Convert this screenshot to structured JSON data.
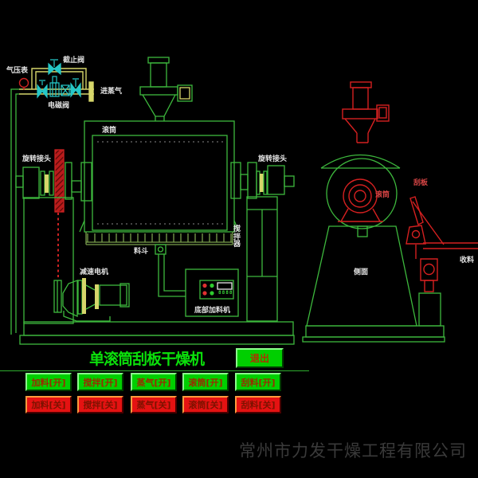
{
  "title": {
    "text": "单滚筒刮板干燥机"
  },
  "diagram_labels": {
    "pressure_gauge": "气压表",
    "stop_valve": "截止阀",
    "solenoid_valve": "电磁阀",
    "steam_inlet": "进蒸气",
    "drum_front": "滚筒",
    "rotary_joint_left": "旋转接头",
    "rotary_joint_right": "旋转接头",
    "agitator": "搅拌器",
    "hopper": "料斗",
    "gear_motor": "减速电机",
    "bottom_feeder": "底部加料机",
    "feeder_display": "8888",
    "drum_side": "滚筒",
    "scraper": "刮板",
    "side_view": "侧面",
    "discharge": "收料"
  },
  "controls": {
    "exit_label": "退出",
    "on_buttons": [
      "加料[开]",
      "搅拌[开]",
      "蒸气[开]",
      "滚筒[开]",
      "刮料[开]"
    ],
    "off_buttons": [
      "加料[关]",
      "搅拌[关]",
      "蒸气[关]",
      "滚筒[关]",
      "刮料[关]"
    ]
  },
  "watermark": {
    "text": "常州市力发干燥工程有限公司"
  },
  "colors": {
    "background": "#000000",
    "machine_green": "#3db83d",
    "machine_red": "#d42020",
    "pipe_yellow": "#d6d66a",
    "valve_cyan": "#25c8c8",
    "title_green": "#0be00b",
    "button_on_green": "#00cf00",
    "button_off_red": "#e51212",
    "label_white": "#e2e2e2",
    "watermark_gray": "#3a3a3a"
  }
}
